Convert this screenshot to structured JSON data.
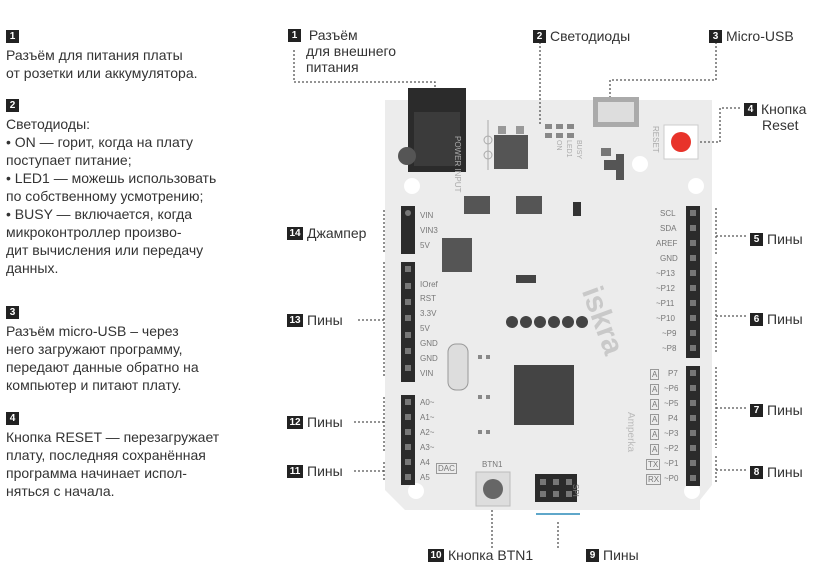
{
  "left_descriptions": [
    {
      "num": "1",
      "lines": [
        "Разъём для питания платы",
        "от розетки или аккумулятора."
      ]
    },
    {
      "num": "2",
      "lines": [
        "Светодиоды:",
        "• ON — горит, когда на плату",
        "поступает питание;",
        "• LED1 — можешь использовать",
        "по собственному усмотрению;",
        "• BUSY — включается, когда",
        "микроконтроллер произво-",
        "дит вычисления или передачу",
        "данных."
      ]
    },
    {
      "num": "3",
      "lines": [
        "Разъём micro-USB – через",
        "него загружают программу,",
        "передают данные обратно на",
        "компьютер и питают плату."
      ]
    },
    {
      "num": "4",
      "lines": [
        "Кнопка RESET — перезагружает",
        "плату, последняя сохранённая",
        "программа начинает испол-",
        "няться с начала."
      ]
    }
  ],
  "callouts": {
    "c1": {
      "num": "1",
      "lines": [
        "Разъём",
        "для внешнего",
        "питания"
      ]
    },
    "c2": {
      "num": "2",
      "label": "Светодиоды"
    },
    "c3": {
      "num": "3",
      "label": "Micro-USB"
    },
    "c4": {
      "num": "4",
      "lines": [
        "Кнопка",
        "Reset"
      ]
    },
    "c5": {
      "num": "5",
      "label": "Пины"
    },
    "c6": {
      "num": "6",
      "label": "Пины"
    },
    "c7": {
      "num": "7",
      "label": "Пины"
    },
    "c8": {
      "num": "8",
      "label": "Пины"
    },
    "c9": {
      "num": "9",
      "label": "Пины"
    },
    "c10": {
      "num": "10",
      "label": "Кнопка BTN1"
    },
    "c11": {
      "num": "11",
      "label": "Пины"
    },
    "c12": {
      "num": "12",
      "label": "Пины"
    },
    "c13": {
      "num": "13",
      "label": "Пины"
    },
    "c14": {
      "num": "14",
      "label": "Джампер"
    }
  },
  "board": {
    "power_input": "POWER INPUT",
    "reset": "RESET",
    "leds": [
      "BUSY",
      "LED1",
      "ON"
    ],
    "jumper_labels": [
      "VIN",
      "VIN3",
      "5V"
    ],
    "power_pins": [
      "IOref",
      "RST",
      "3.3V",
      "5V",
      "GND",
      "GND",
      "VIN"
    ],
    "analog_pins": [
      "A0~",
      "A1~",
      "A2~",
      "A3~",
      "A4",
      "A5"
    ],
    "dac": "DAC",
    "btn1": "BTN1",
    "spi": "SPI",
    "right_top_pins": [
      "SCL",
      "SDA",
      "AREF",
      "GND",
      "~P13",
      "~P12",
      "~P11",
      "~P10",
      "~P9",
      "~P8"
    ],
    "right_bottom_pins": [
      "P7",
      "~P6",
      "~P5",
      "P4",
      "~P3",
      "~P2",
      "~P1",
      "~P0"
    ],
    "right_bottom_prefix": [
      "A",
      "A",
      "A",
      "A",
      "A",
      "A",
      "TX",
      "RX"
    ],
    "brand": "iskra",
    "maker": "Amperka"
  },
  "colors": {
    "board": "#ececec",
    "header": "#2b2b2b",
    "reset_button": "#e8332a",
    "dotted": "#555555"
  }
}
